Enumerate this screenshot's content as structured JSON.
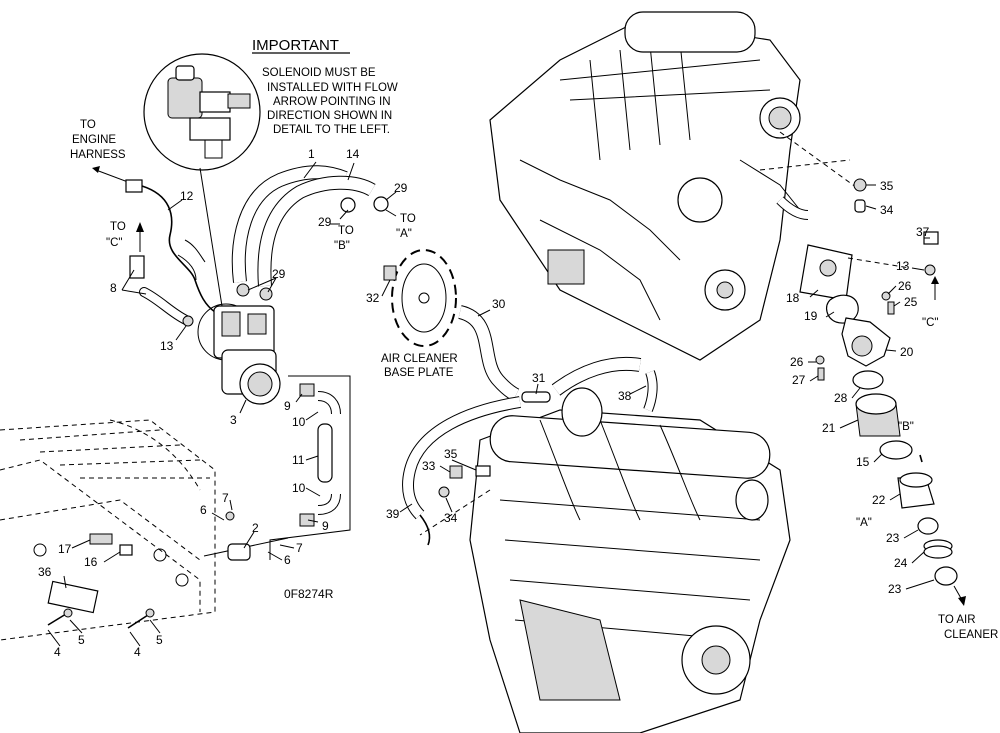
{
  "important": {
    "title": "IMPORTANT",
    "lines": [
      "SOLENOID MUST BE",
      "INSTALLED WITH FLOW",
      "ARROW POINTING IN",
      "DIRECTION SHOWN IN",
      "DETAIL TO THE LEFT."
    ]
  },
  "notes": {
    "to_engine_harness": [
      "TO",
      "ENGINE",
      "HARNESS"
    ],
    "to_c_left": [
      "TO",
      "\"C\""
    ],
    "to_b": [
      "TO",
      "\"B\""
    ],
    "to_a": [
      "TO",
      "\"A\""
    ],
    "air_cleaner_base_plate": [
      "AIR CLEANER",
      "BASE PLATE"
    ],
    "to_air_cleaner": [
      "TO AIR",
      "CLEANER"
    ],
    "ref_b": "\"B\"",
    "ref_a": "\"A\"",
    "ref_c": "\"C\"",
    "figure_code": "0F8274R"
  },
  "callouts": {
    "c1": "1",
    "c14": "14",
    "c29a": "29",
    "c29b": "29",
    "c29c": "29",
    "c12": "12",
    "c8": "8",
    "c13a": "13",
    "c3": "3",
    "c9a": "9",
    "c10a": "10",
    "c11": "11",
    "c10b": "10",
    "c9b": "9",
    "c7a": "7",
    "c7b": "7",
    "c6a": "6",
    "c6b": "6",
    "c2": "2",
    "c17": "17",
    "c16": "16",
    "c36": "36",
    "c5a": "5",
    "c4a": "4",
    "c5b": "5",
    "c4b": "4",
    "c32": "32",
    "c30": "30",
    "c31": "31",
    "c38": "38",
    "c33": "33",
    "c35a": "35",
    "c34a": "34",
    "c39": "39",
    "c35b": "35",
    "c34b": "34",
    "c37": "37",
    "c13b": "13",
    "c18": "18",
    "c26a": "26",
    "c25": "25",
    "c19": "19",
    "c20": "20",
    "c26b": "26",
    "c27": "27",
    "c28": "28",
    "c21": "21",
    "c15": "15",
    "c22": "22",
    "c23a": "23",
    "c24": "24",
    "c23b": "23"
  }
}
